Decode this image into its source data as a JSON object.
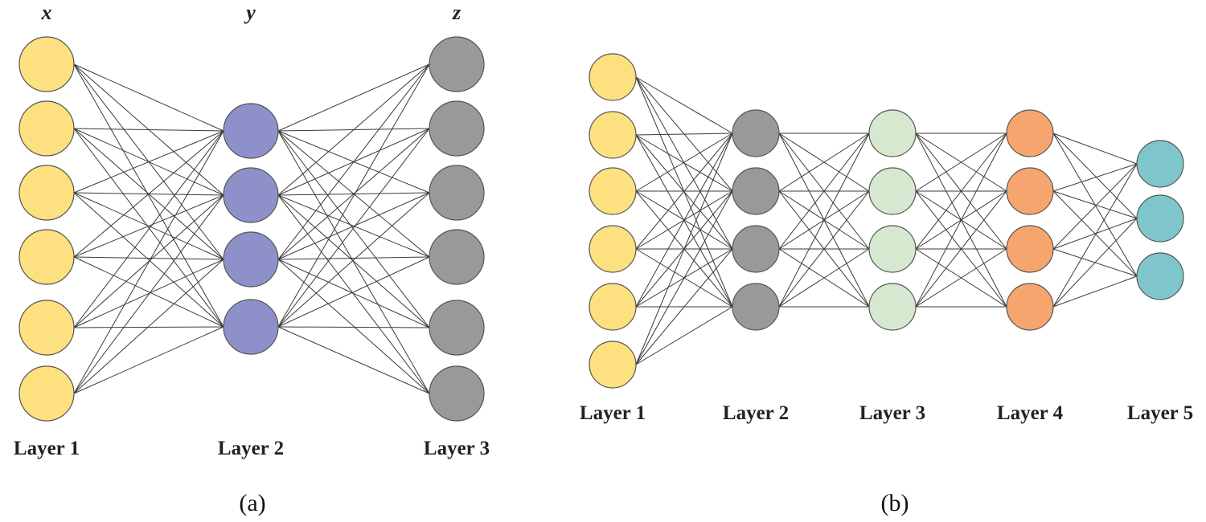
{
  "diagram_a": {
    "caption": "(a)",
    "variables": [
      "x",
      "y",
      "z"
    ],
    "layers": [
      {
        "label": "Layer 1",
        "nodes": 6,
        "color": "#FDE07F"
      },
      {
        "label": "Layer 2",
        "nodes": 4,
        "color": "#8E91C9"
      },
      {
        "label": "Layer 3",
        "nodes": 6,
        "color": "#999999"
      }
    ]
  },
  "diagram_b": {
    "caption": "(b)",
    "layers": [
      {
        "label": "Layer 1",
        "nodes": 6,
        "color": "#FDE07F"
      },
      {
        "label": "Layer 2",
        "nodes": 4,
        "color": "#999999"
      },
      {
        "label": "Layer 3",
        "nodes": 4,
        "color": "#D6E8CF"
      },
      {
        "label": "Layer 4",
        "nodes": 4,
        "color": "#F5A56D"
      },
      {
        "label": "Layer 5",
        "nodes": 3,
        "color": "#7FC6CC"
      }
    ]
  }
}
